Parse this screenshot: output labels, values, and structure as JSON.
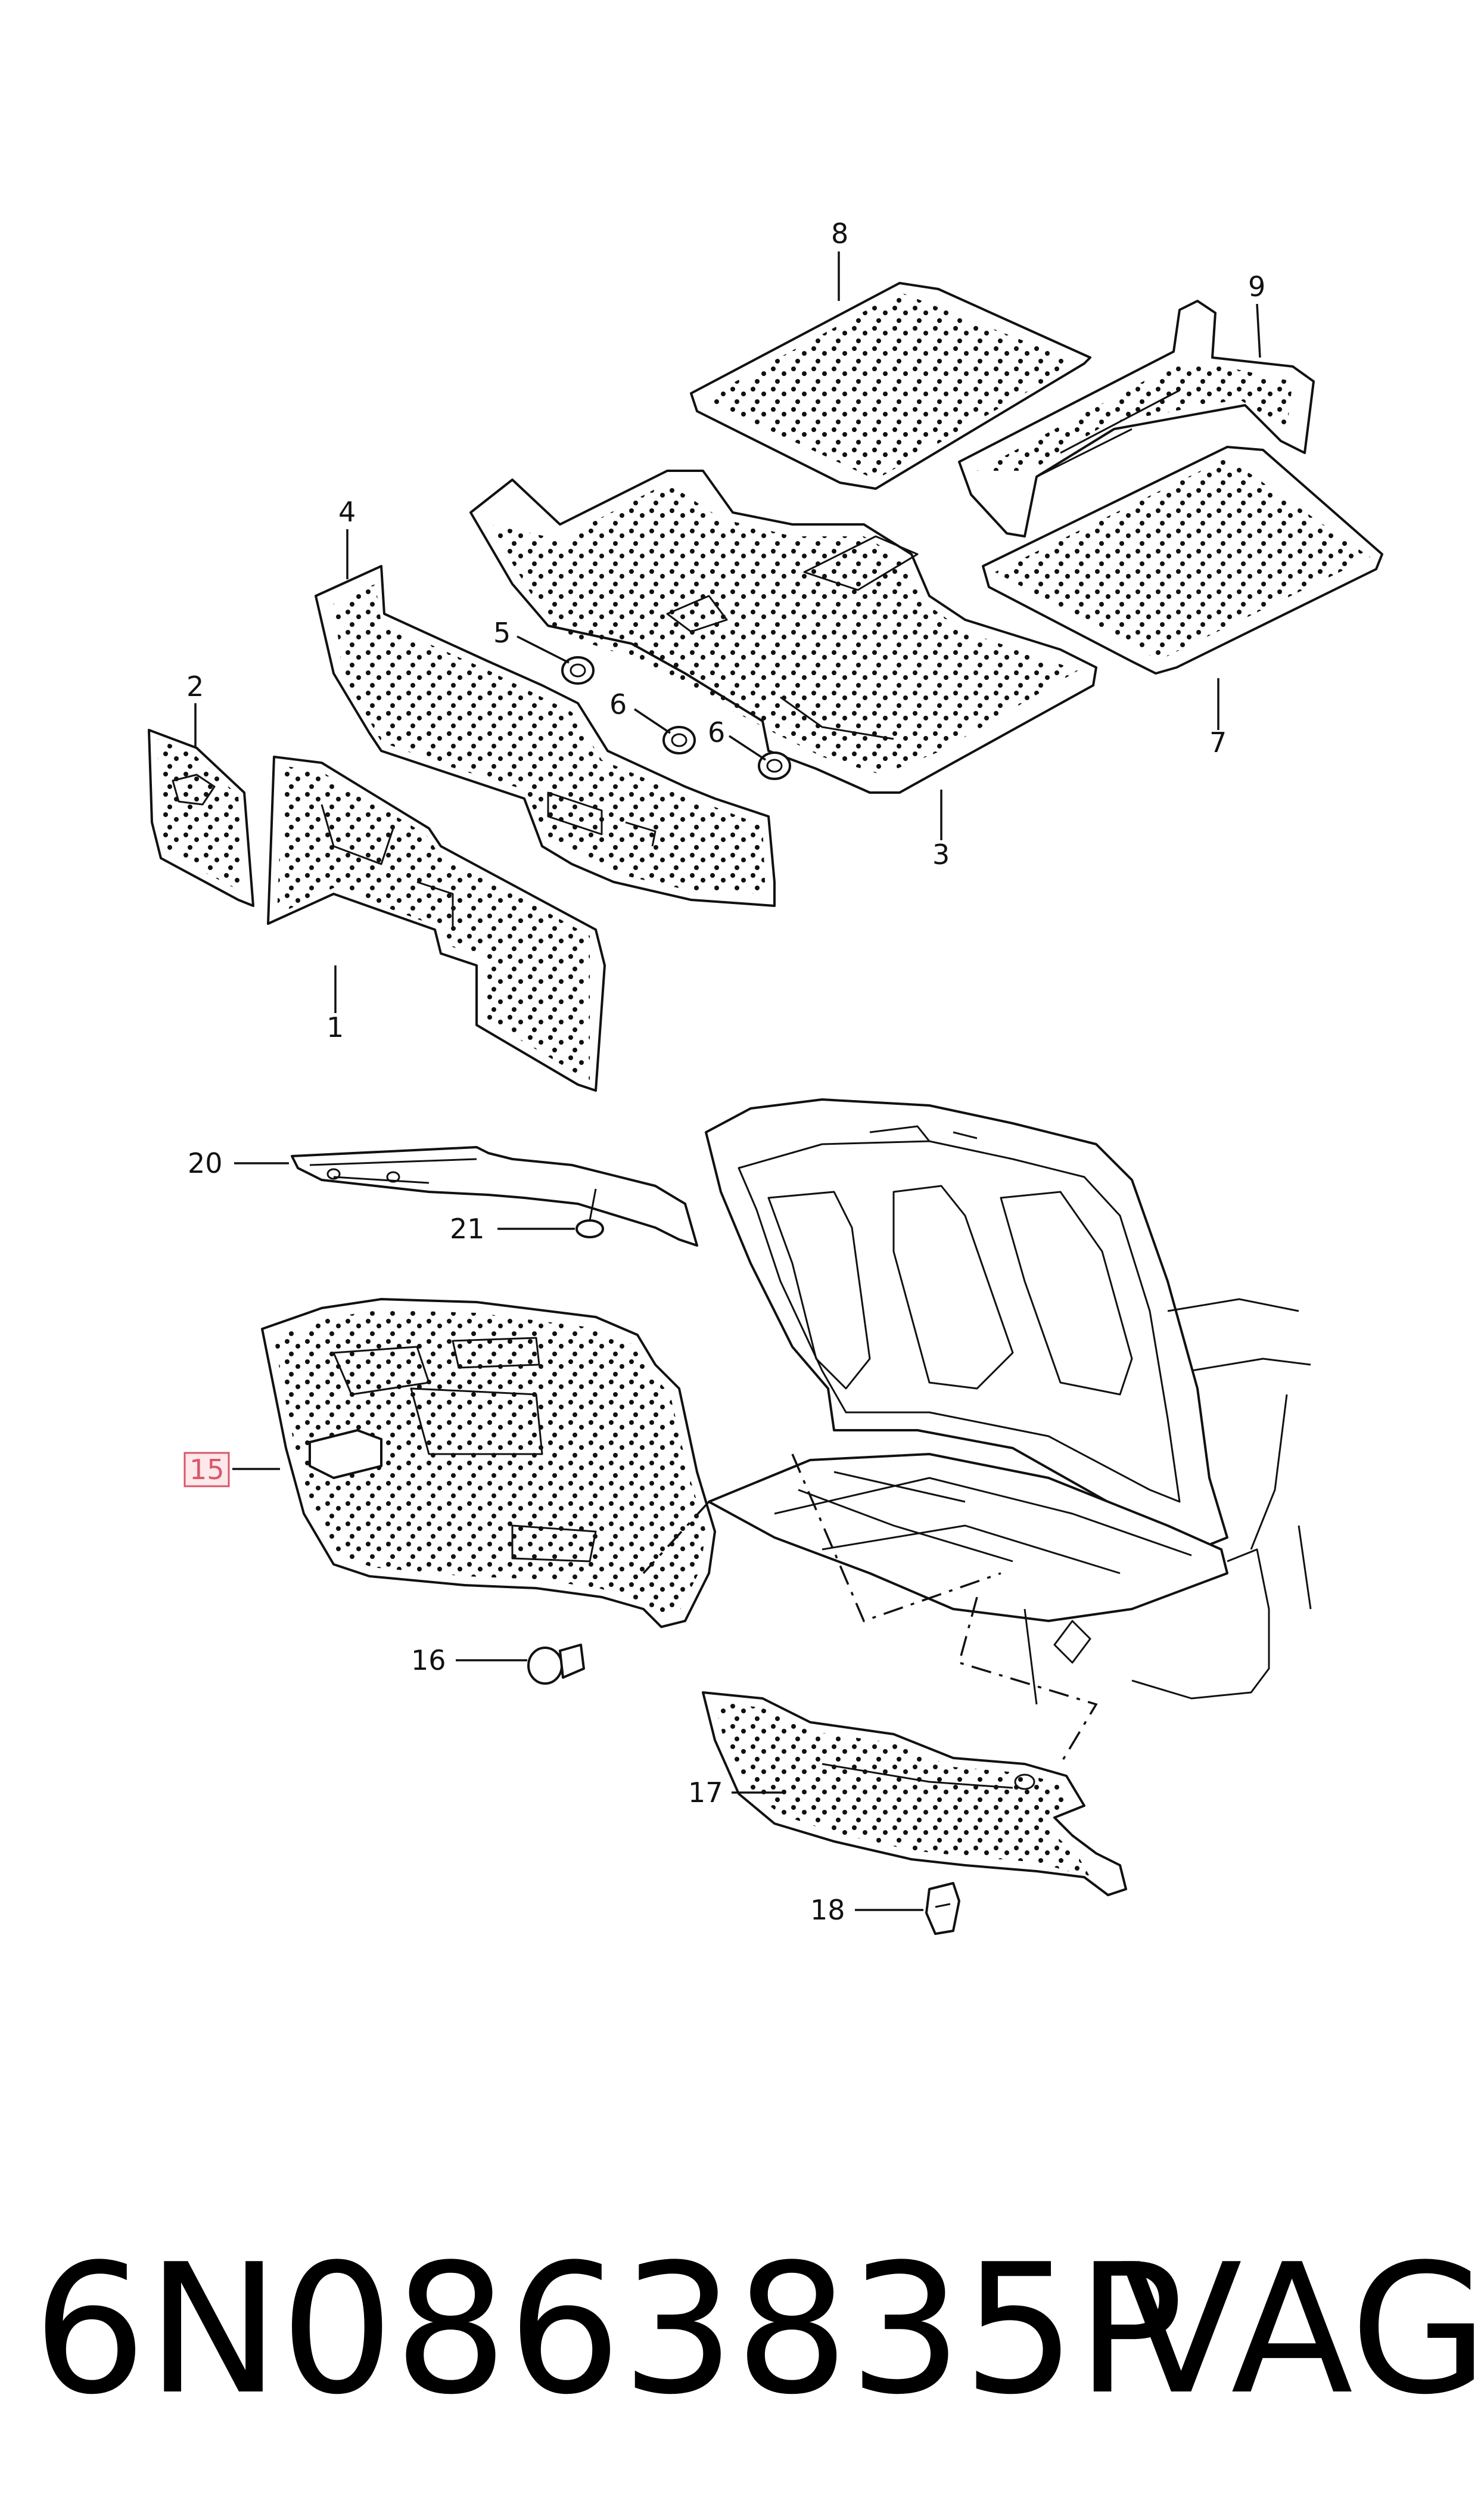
{
  "callouts": {
    "c1": "1",
    "c2": "2",
    "c3": "3",
    "c4": "4",
    "c5": "5",
    "c6a": "6",
    "c6b": "6",
    "c7": "7",
    "c8": "8",
    "c9": "9",
    "c15": "15",
    "c16": "16",
    "c17": "17",
    "c18": "18",
    "c20": "20",
    "c21": "21"
  },
  "highlighted_callout": "15",
  "highlight_color": "#d9576a",
  "footer": {
    "part_number": "6N0863835P",
    "brand": "VAG"
  }
}
